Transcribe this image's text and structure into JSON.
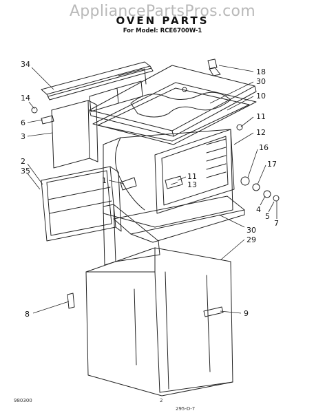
{
  "watermark": "AppliancePartsPros.com",
  "title": "OVEN PARTS",
  "subtitle": "For Model: RCE6700W-1",
  "footer": {
    "left_code": "980300",
    "page": "2",
    "right_code": "295-D-7"
  },
  "callouts": [
    "34",
    "14",
    "6",
    "3",
    "2",
    "35",
    "1",
    "8",
    "18",
    "30",
    "10",
    "11",
    "12",
    "16",
    "17",
    "13",
    "11",
    "4",
    "5",
    "7",
    "30",
    "29",
    "9"
  ]
}
